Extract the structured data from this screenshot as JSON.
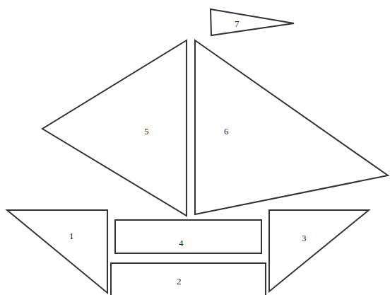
{
  "diagram": {
    "nodes": [
      {
        "text": [
          "7"
        ]
      },
      {
        "text": [
          "5"
        ]
      },
      {
        "text": [
          "6"
        ]
      },
      {
        "text": [
          "1"
        ]
      },
      {
        "text": [
          "4"
        ]
      },
      {
        "text": [
          "3"
        ]
      },
      {
        "text": [
          "2"
        ]
      }
    ]
  }
}
